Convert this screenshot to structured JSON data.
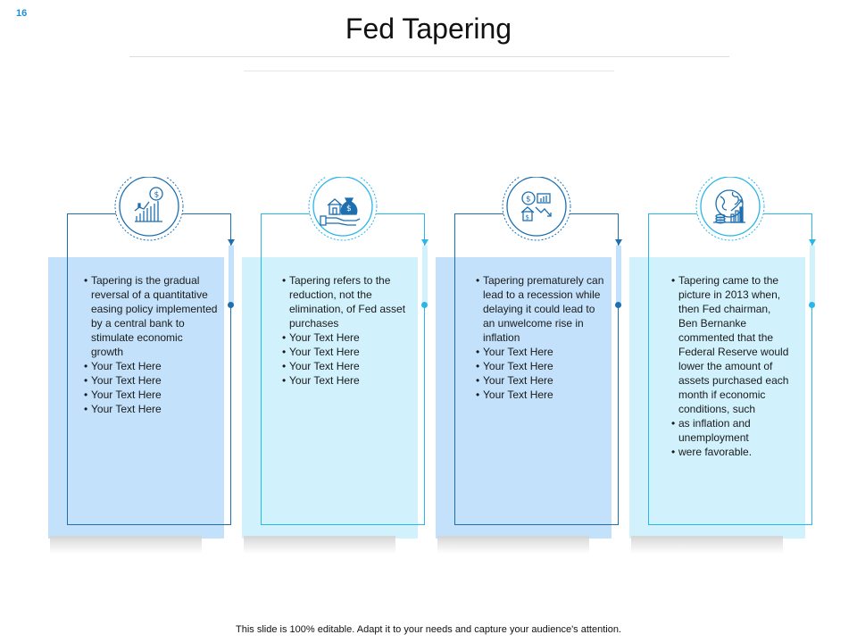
{
  "slide": {
    "number": "16",
    "title": "Fed Tapering"
  },
  "colors": {
    "dark_blue": "#1d6fb0",
    "light_blue": "#29b6e8",
    "card_blue": "#c3e1fb",
    "card_cyan": "#d1f1fd"
  },
  "cards": [
    {
      "icon": "rising-bar-chart-dollar-icon",
      "items": [
        "Tapering is the gradual reversal of a quantitative easing policy implemented by a central bank to stimulate economic growth",
        "Your Text Here",
        "Your Text Here",
        "Your Text Here",
        "Your Text Here"
      ]
    },
    {
      "icon": "house-money-bag-hand-icon",
      "items": [
        "Tapering refers to the reduction, not the elimination, of Fed asset purchases",
        "Your Text Here",
        "Your Text Here",
        "Your Text Here",
        "Your Text Here"
      ]
    },
    {
      "icon": "dollar-house-falling-arrow-icon",
      "items": [
        "Tapering prematurely can lead to a recession while delaying it could lead to an unwelcome rise in inflation",
        "Your Text Here",
        "Your Text Here",
        "Your Text Here",
        "Your Text Here"
      ]
    },
    {
      "icon": "globe-coins-chart-icon",
      "items": [
        "Tapering came to the picture in 2013 when, then Fed chairman, Ben Bernanke commented that the Federal Reserve would lower the amount of assets purchased each month if economic conditions, such",
        "as inflation and unemployment",
        "were favorable."
      ]
    }
  ],
  "footer": {
    "text": "This slide is 100% editable. Adapt it to your needs and capture your audience's attention."
  }
}
